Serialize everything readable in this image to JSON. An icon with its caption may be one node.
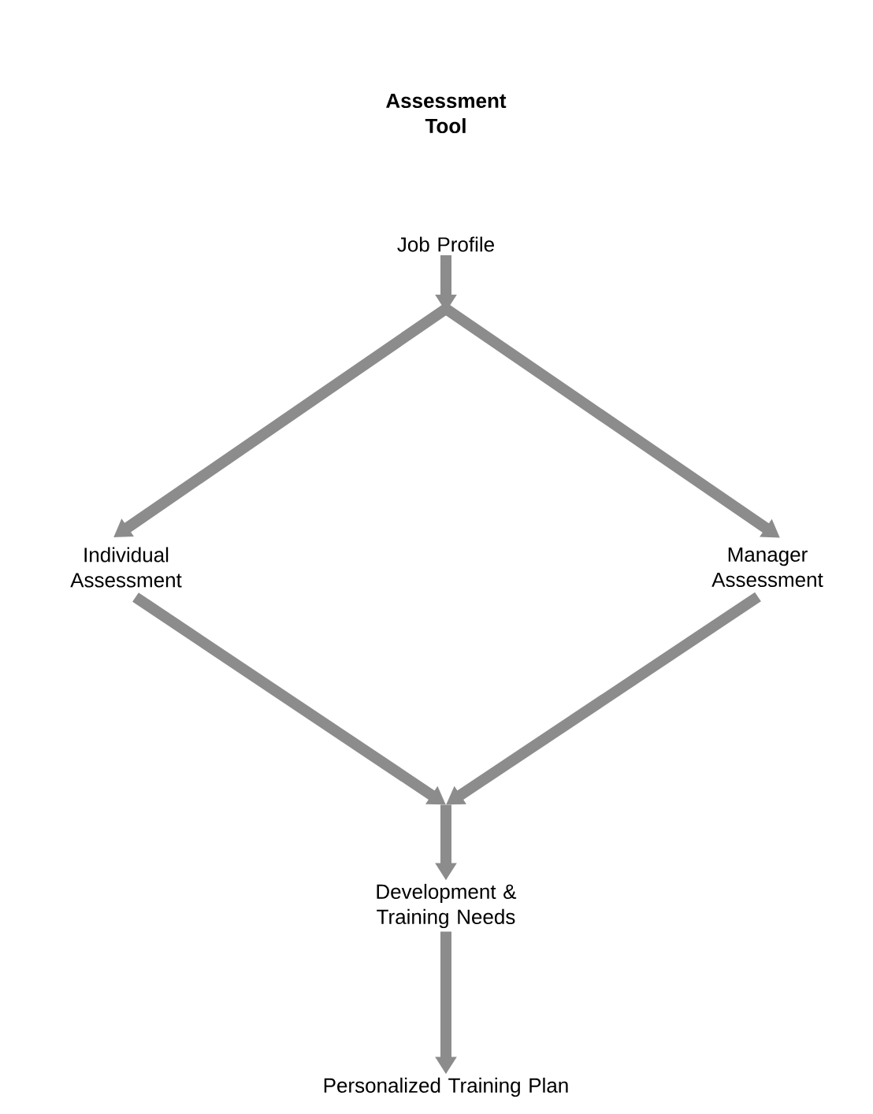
{
  "diagram": {
    "title": "Assessment Tool",
    "nodes": [
      {
        "text": [
          "Job Profile"
        ]
      },
      {
        "text": [
          "Individual Assessment"
        ]
      },
      {
        "text": [
          "Manager Assessment"
        ]
      },
      {
        "text": [
          "Development & Training Needs"
        ]
      },
      {
        "text": [
          "Personalized Training Plan"
        ]
      }
    ],
    "edges": [
      {
        "from": 0,
        "to": 1,
        "arrow": "to"
      },
      {
        "from": 0,
        "to": 2,
        "arrow": "to"
      },
      {
        "from": 1,
        "to": 3,
        "arrow": "to"
      },
      {
        "from": 2,
        "to": 3,
        "arrow": "to"
      },
      {
        "from": 3,
        "to": 4,
        "arrow": "to"
      }
    ]
  }
}
